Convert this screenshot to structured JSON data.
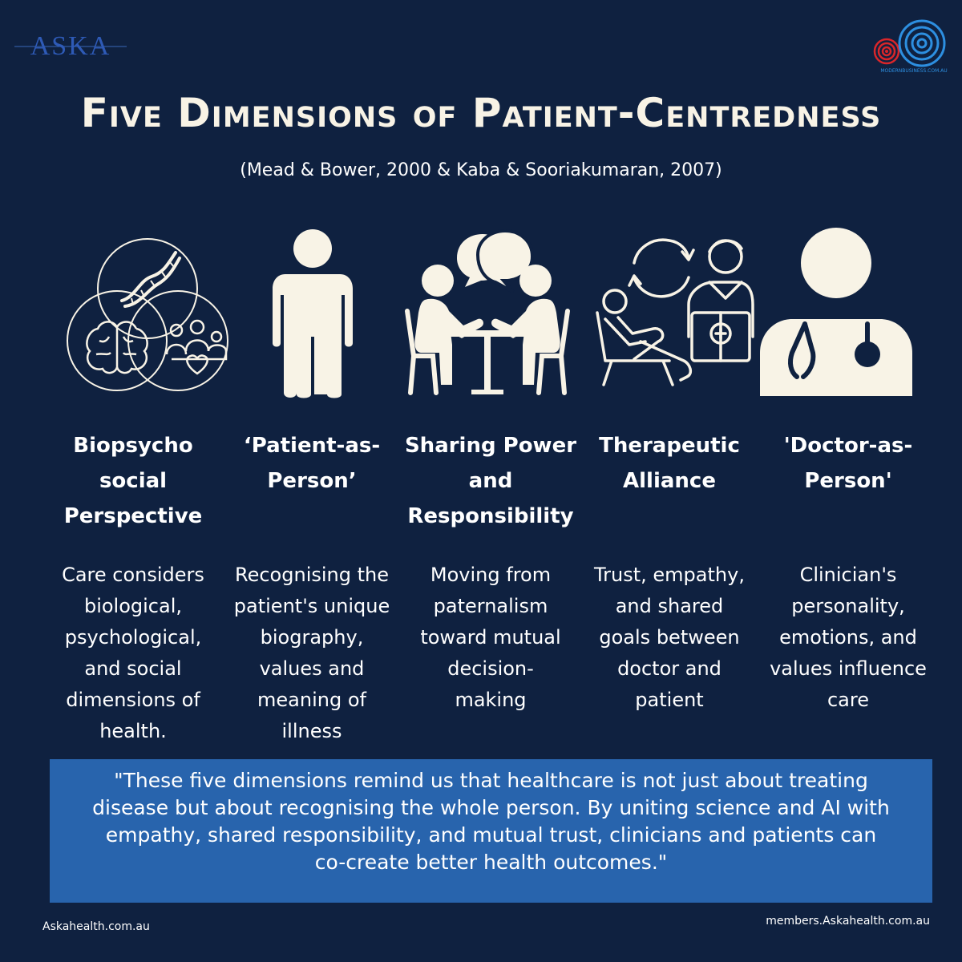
{
  "brand": {
    "left_logo_text": "ASKA",
    "right_logo_text": "MODERNBUSINESS.COM.AU"
  },
  "header": {
    "title": "Five Dimensions of Patient-Centredness",
    "subtitle": "(Mead & Bower, 2000 & Kaba & Sooriakumaran, 2007)"
  },
  "columns": [
    {
      "icon": "venn-dna-brain-family-icon",
      "heading": [
        "Biopsycho",
        "social",
        "Perspective"
      ],
      "description": [
        "Care considers",
        "biological,",
        "psychological,",
        "and social",
        "dimensions of",
        "health."
      ]
    },
    {
      "icon": "person-icon",
      "heading": [
        "‘Patient-as-",
        "Person’"
      ],
      "description": [
        "Recognising the",
        "patient's unique",
        "biography,",
        "values and",
        "meaning of",
        "illness"
      ]
    },
    {
      "icon": "two-people-talking-at-table-icon",
      "heading": [
        "Sharing Power",
        "and",
        "Responsibility"
      ],
      "description": [
        "Moving from",
        "paternalism",
        "toward mutual",
        "decision-",
        "making"
      ]
    },
    {
      "icon": "therapist-and-patient-icon",
      "heading": [
        "Therapeutic",
        "Alliance"
      ],
      "description": [
        "Trust, empathy,",
        "and shared",
        "goals between",
        "doctor and",
        "patient"
      ]
    },
    {
      "icon": "doctor-with-stethoscope-icon",
      "heading": [
        "'Doctor-as-",
        "Person'"
      ],
      "description": [
        "Clinician's",
        "personality,",
        "emotions, and",
        "values influence",
        "care"
      ]
    }
  ],
  "quote": {
    "lines": [
      "\"These five dimensions remind us that healthcare is not just about treating",
      "disease but about recognising the whole person. By uniting science and AI with",
      "empathy, shared responsibility, and mutual trust, clinicians and patients can",
      "co-create better health outcomes.\""
    ]
  },
  "footer": {
    "left": "Askahealth.com.au",
    "right": "members.Askahealth.com.au"
  },
  "colors": {
    "background": "#0f2140",
    "quote_box": "#2864ad",
    "icon_fill": "#f8f3e6",
    "title": "#f8f3e6"
  }
}
